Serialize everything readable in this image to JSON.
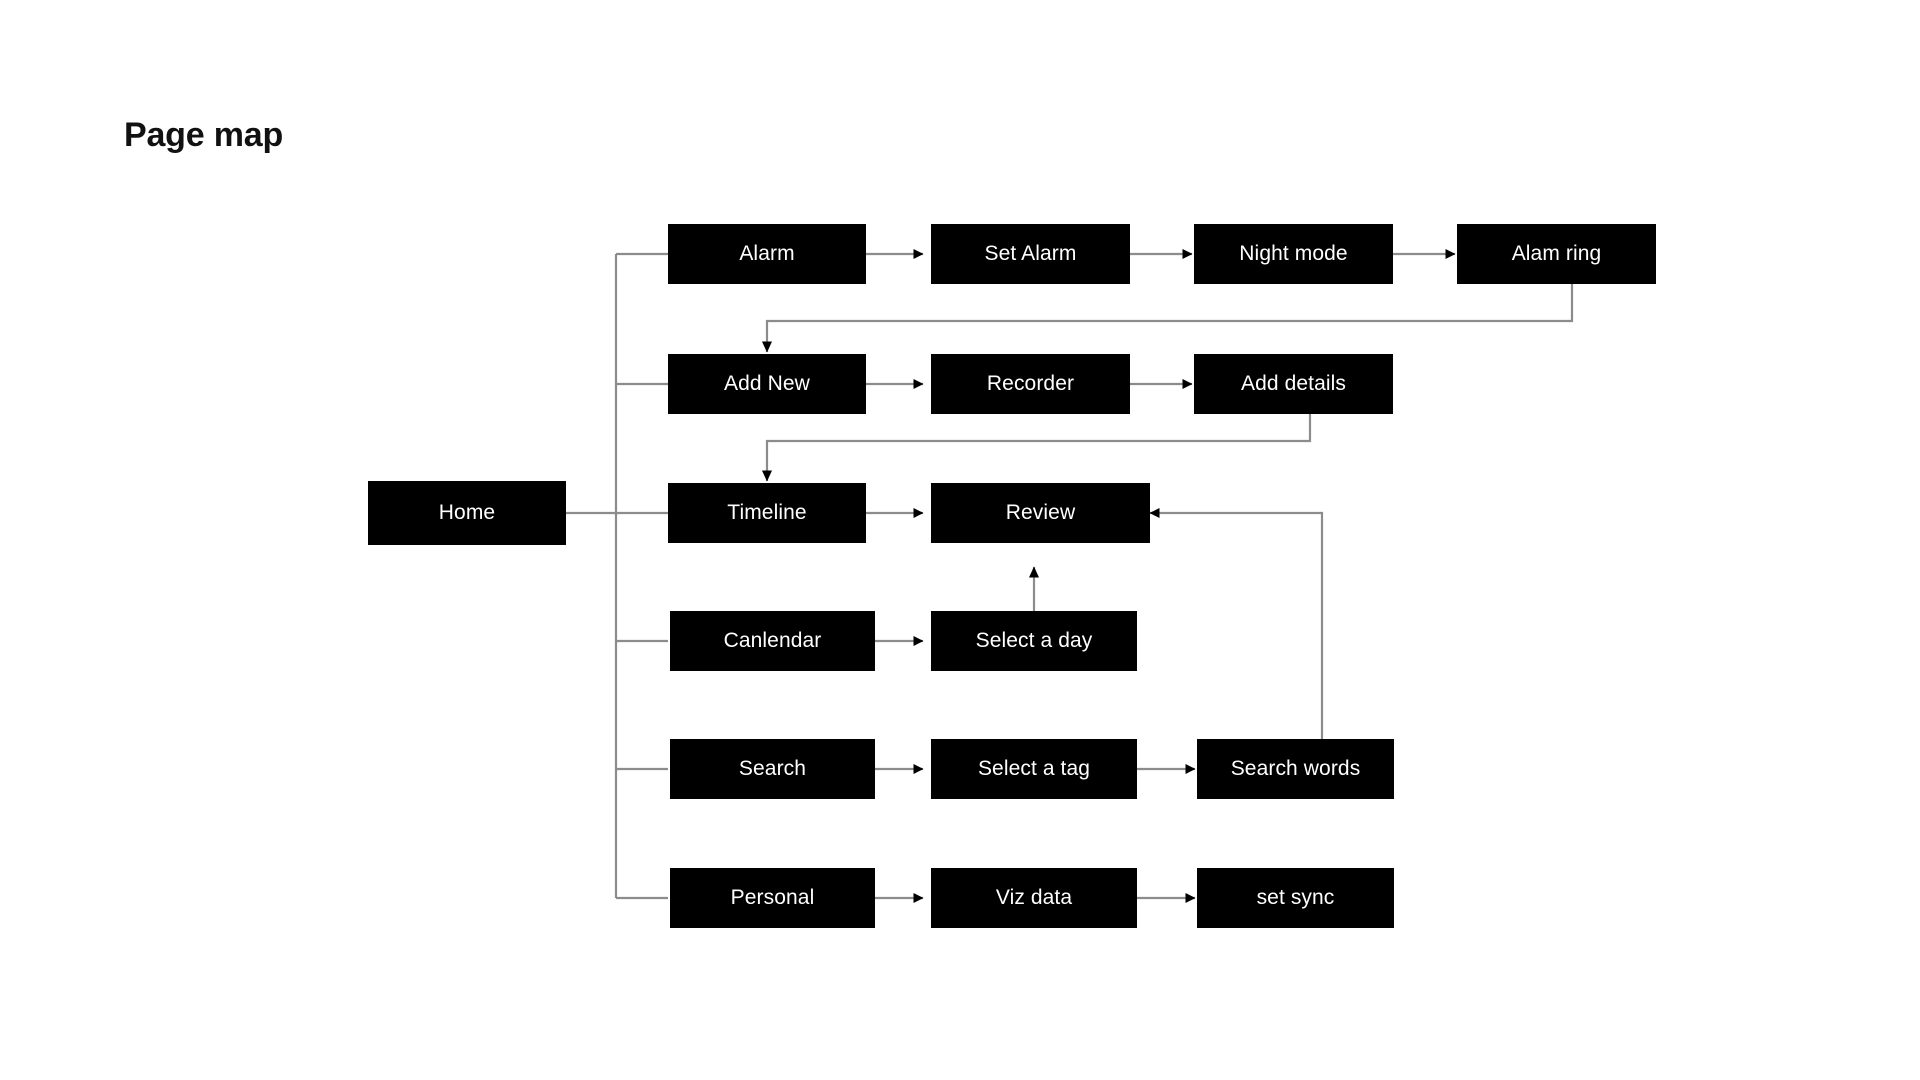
{
  "page": {
    "title": "Page map",
    "background_color": "#ffffff",
    "node_fill_color": "#000000",
    "node_text_color": "#ffffff",
    "connector_color": "#8c8c8c",
    "arrow_color": "#000000"
  },
  "chart_data": {
    "type": "diagram",
    "title": "Page map",
    "nodes": [
      {
        "id": "home",
        "label": "Home",
        "row": 3,
        "col": 0
      },
      {
        "id": "alarm",
        "label": "Alarm",
        "row": 1,
        "col": 1
      },
      {
        "id": "set-alarm",
        "label": "Set Alarm",
        "row": 1,
        "col": 2
      },
      {
        "id": "night-mode",
        "label": "Night mode",
        "row": 1,
        "col": 3
      },
      {
        "id": "alam-ring",
        "label": "Alam ring",
        "row": 1,
        "col": 4
      },
      {
        "id": "add-new",
        "label": "Add New",
        "row": 2,
        "col": 1
      },
      {
        "id": "recorder",
        "label": "Recorder",
        "row": 2,
        "col": 2
      },
      {
        "id": "add-details",
        "label": "Add details",
        "row": 2,
        "col": 3
      },
      {
        "id": "timeline",
        "label": "Timeline",
        "row": 3,
        "col": 1
      },
      {
        "id": "review",
        "label": "Review",
        "row": 3,
        "col": 2
      },
      {
        "id": "canlendar",
        "label": "Canlendar",
        "row": 4,
        "col": 1
      },
      {
        "id": "select-a-day",
        "label": "Select a day",
        "row": 4,
        "col": 2
      },
      {
        "id": "search",
        "label": "Search",
        "row": 5,
        "col": 1
      },
      {
        "id": "select-a-tag",
        "label": "Select a tag",
        "row": 5,
        "col": 2
      },
      {
        "id": "search-words",
        "label": "Search words",
        "row": 5,
        "col": 3
      },
      {
        "id": "personal",
        "label": "Personal",
        "row": 6,
        "col": 1
      },
      {
        "id": "viz-data",
        "label": "Viz data",
        "row": 6,
        "col": 2
      },
      {
        "id": "set-sync",
        "label": "set sync",
        "row": 6,
        "col": 3
      }
    ],
    "edges": [
      {
        "from": "home",
        "to": "alarm",
        "arrow": false,
        "style": "trunk"
      },
      {
        "from": "home",
        "to": "add-new",
        "arrow": false,
        "style": "trunk"
      },
      {
        "from": "home",
        "to": "timeline",
        "arrow": false,
        "style": "trunk"
      },
      {
        "from": "home",
        "to": "canlendar",
        "arrow": false,
        "style": "trunk"
      },
      {
        "from": "home",
        "to": "search",
        "arrow": false,
        "style": "trunk"
      },
      {
        "from": "home",
        "to": "personal",
        "arrow": false,
        "style": "trunk"
      },
      {
        "from": "alarm",
        "to": "set-alarm",
        "arrow": true,
        "style": "straight"
      },
      {
        "from": "set-alarm",
        "to": "night-mode",
        "arrow": true,
        "style": "straight"
      },
      {
        "from": "night-mode",
        "to": "alam-ring",
        "arrow": true,
        "style": "straight"
      },
      {
        "from": "alam-ring",
        "to": "add-new",
        "arrow": true,
        "style": "feedback"
      },
      {
        "from": "add-new",
        "to": "recorder",
        "arrow": true,
        "style": "straight"
      },
      {
        "from": "recorder",
        "to": "add-details",
        "arrow": true,
        "style": "straight"
      },
      {
        "from": "add-details",
        "to": "timeline",
        "arrow": true,
        "style": "feedback"
      },
      {
        "from": "timeline",
        "to": "review",
        "arrow": true,
        "style": "straight"
      },
      {
        "from": "canlendar",
        "to": "select-a-day",
        "arrow": true,
        "style": "straight"
      },
      {
        "from": "select-a-day",
        "to": "review",
        "arrow": true,
        "style": "up"
      },
      {
        "from": "search",
        "to": "select-a-tag",
        "arrow": true,
        "style": "straight"
      },
      {
        "from": "select-a-tag",
        "to": "search-words",
        "arrow": true,
        "style": "straight"
      },
      {
        "from": "search-words",
        "to": "review",
        "arrow": true,
        "style": "loop-left"
      },
      {
        "from": "personal",
        "to": "viz-data",
        "arrow": true,
        "style": "straight"
      },
      {
        "from": "viz-data",
        "to": "set-sync",
        "arrow": true,
        "style": "straight"
      }
    ]
  }
}
